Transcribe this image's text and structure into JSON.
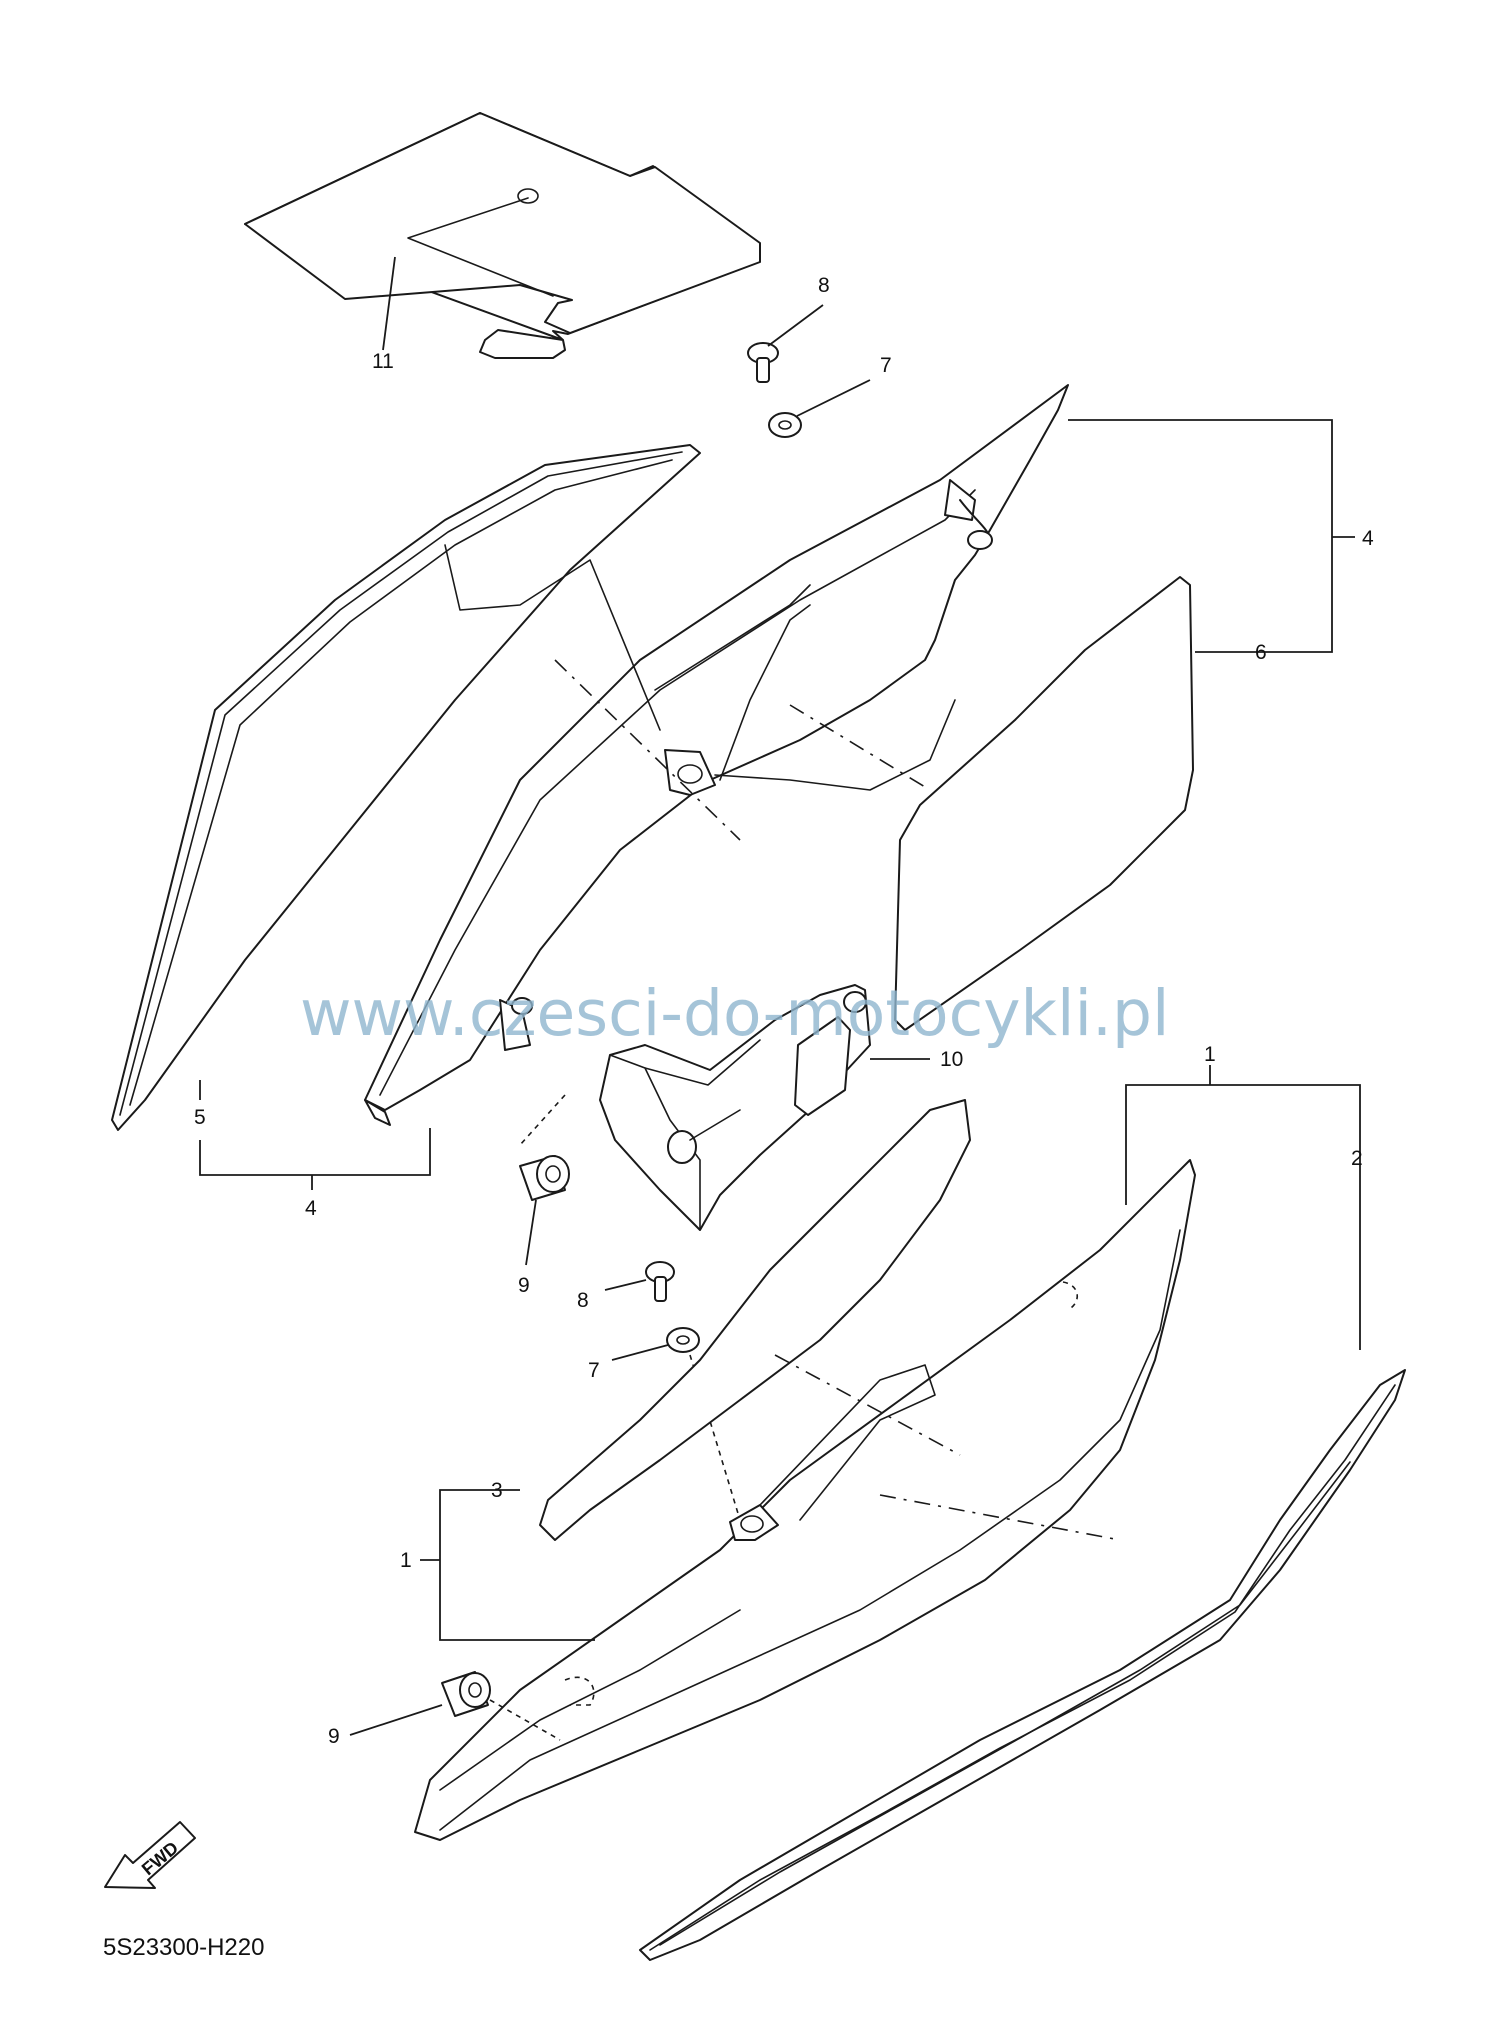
{
  "watermark": "www.czesci-do-motocykli.pl",
  "diagram_code": "5S23300-H220",
  "fwd_label": "FWD",
  "callouts": {
    "c11": "11",
    "c8a": "8",
    "c7a": "7",
    "c4a": "4",
    "c6": "6",
    "c5": "5",
    "c4b": "4",
    "c10": "10",
    "c1a": "1",
    "c2": "2",
    "c9a": "9",
    "c8b": "8",
    "c7b": "7",
    "c3": "3",
    "c1b": "1",
    "c9b": "9"
  }
}
